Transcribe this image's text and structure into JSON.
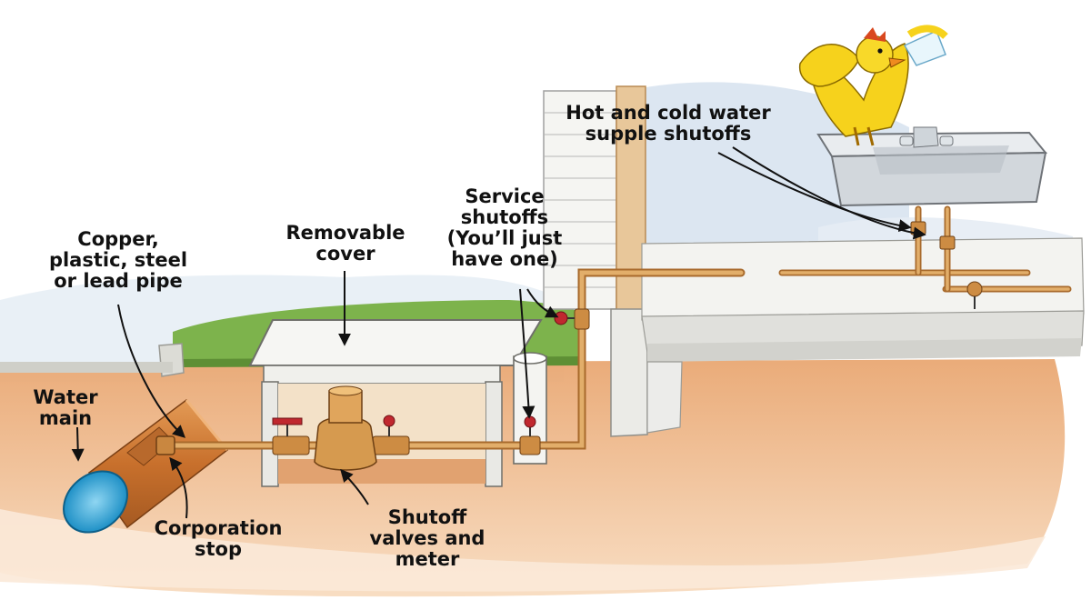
{
  "labels": {
    "water_main": [
      "Water",
      "main"
    ],
    "pipe_material": [
      "Copper,",
      "plastic, steel",
      "or lead pipe"
    ],
    "removable_cover": [
      "Removable",
      "cover"
    ],
    "service_shutoffs": [
      "Service",
      "shutoffs",
      "(You’ll just",
      "have one)"
    ],
    "hot_cold_shutoffs": [
      "Hot and cold water",
      "supple shutoffs"
    ],
    "corporation_stop": [
      "Corporation",
      "stop"
    ],
    "shutoff_valves_meter": [
      "Shutoff",
      "valves and",
      "meter"
    ]
  },
  "colors": {
    "sky": "#dfe8f2",
    "grass": "#79b04a",
    "soil": "#f3c79e",
    "soil_dark": "#e9a772",
    "pipe": "#c8843e",
    "pipe_light": "#e8b66e",
    "water_main_body": "#cf7a33",
    "water_main_end": "#2aa5d8",
    "valve_handle": "#c0282f",
    "concrete": "#e9e9e6",
    "bird": "#f6d21c",
    "text": "#111111"
  }
}
